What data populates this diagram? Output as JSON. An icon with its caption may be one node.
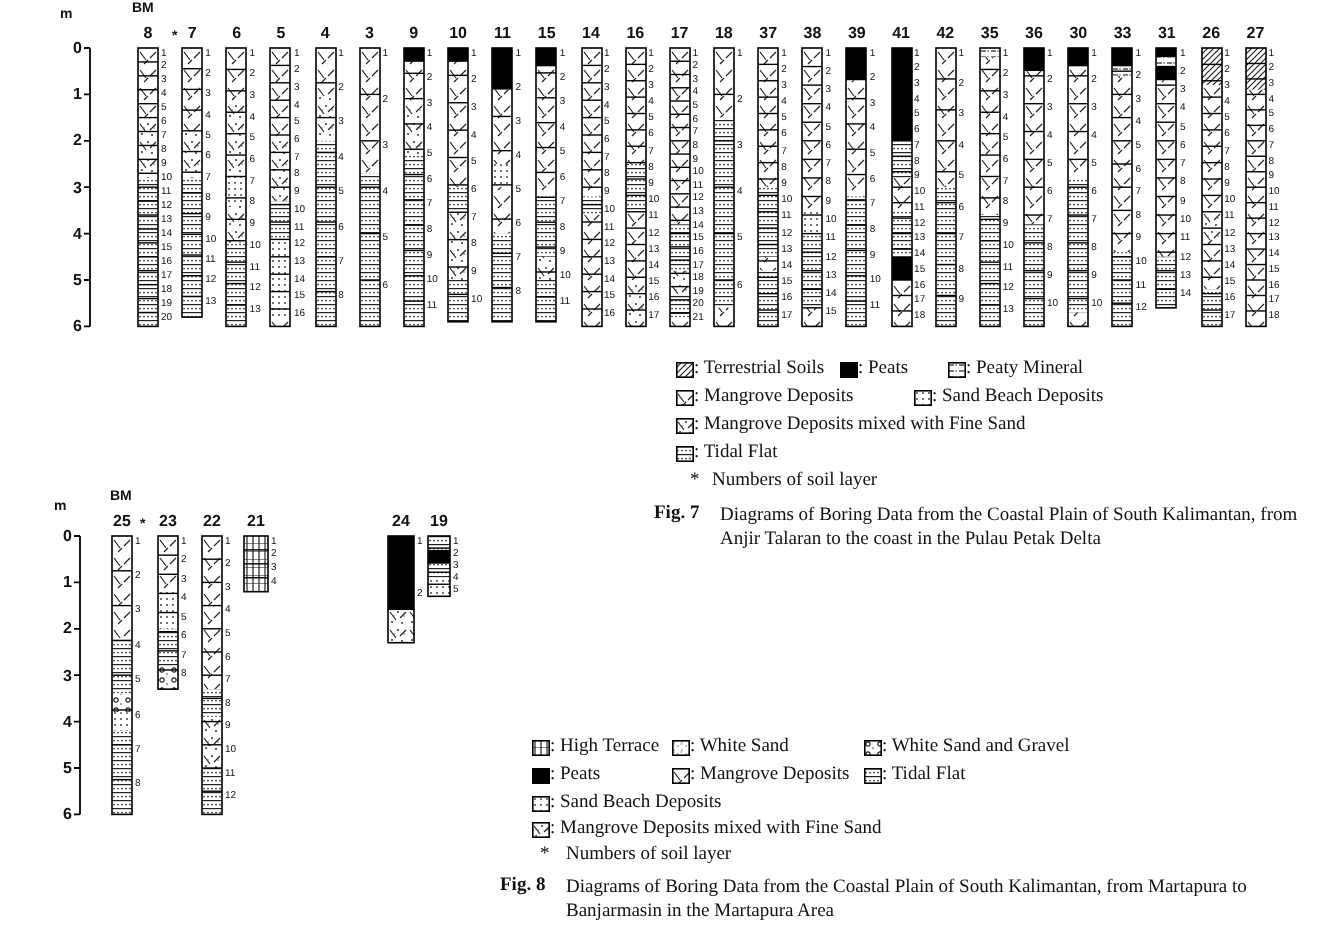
{
  "diagram": {
    "nodes": [
      {
        "text": [
          "8"
        ],
        "beside": [
          "1",
          "2",
          "3",
          "4",
          "5",
          "6",
          "7",
          "8",
          "9",
          "10",
          "11",
          "12",
          "13",
          "14",
          "15",
          "16",
          "17",
          "18",
          "19",
          "20"
        ]
      },
      {
        "text": [
          "7"
        ],
        "beside": [
          "1",
          "2",
          "3",
          "4",
          "5",
          "6",
          "7",
          "8",
          "9",
          "10",
          "11",
          "12",
          "13"
        ]
      },
      {
        "text": [
          "6"
        ],
        "beside": [
          "1",
          "2",
          "3",
          "4",
          "5",
          "6",
          "7",
          "8",
          "9",
          "10",
          "11",
          "12",
          "13"
        ]
      },
      {
        "text": [
          "5"
        ],
        "beside": [
          "1",
          "2",
          "3",
          "4",
          "5",
          "6",
          "7",
          "8",
          "9",
          "10",
          "11",
          "12",
          "13",
          "14",
          "15",
          "16"
        ]
      },
      {
        "text": [
          "4"
        ],
        "beside": [
          "1",
          "2",
          "3",
          "4",
          "5",
          "6",
          "7",
          "8"
        ]
      },
      {
        "text": [
          "3"
        ],
        "beside": [
          "1",
          "2",
          "3",
          "4",
          "5",
          "6"
        ]
      },
      {
        "text": [
          "9"
        ],
        "beside": [
          "1",
          "2",
          "3",
          "4",
          "5",
          "6",
          "7",
          "8",
          "9",
          "10",
          "11"
        ]
      },
      {
        "text": [
          "10"
        ],
        "beside": [
          "1",
          "2",
          "3",
          "4",
          "5",
          "6",
          "7",
          "8",
          "9",
          "10"
        ]
      },
      {
        "text": [
          "11"
        ],
        "beside": [
          "1",
          "2",
          "3",
          "4",
          "5",
          "6",
          "7",
          "8"
        ]
      },
      {
        "text": [
          "15"
        ],
        "beside": [
          "1",
          "2",
          "3",
          "4",
          "5",
          "6",
          "7",
          "8",
          "9",
          "10",
          "11"
        ]
      },
      {
        "text": [
          "14"
        ],
        "beside": [
          "1",
          "2",
          "3",
          "4",
          "5",
          "6",
          "7",
          "8",
          "9",
          "10",
          "11",
          "12",
          "13",
          "14",
          "15",
          "16"
        ]
      },
      {
        "text": [
          "16"
        ],
        "beside": [
          "1",
          "2",
          "3",
          "4",
          "5",
          "6",
          "7",
          "8",
          "9",
          "10",
          "11",
          "12",
          "13",
          "14",
          "15",
          "16",
          "17"
        ]
      },
      {
        "text": [
          "17"
        ],
        "beside": [
          "1",
          "2",
          "3",
          "4",
          "5",
          "6",
          "7",
          "8",
          "9",
          "10",
          "11",
          "12",
          "13",
          "14",
          "15",
          "16",
          "17",
          "18",
          "19",
          "20",
          "21"
        ]
      },
      {
        "text": [
          "18"
        ],
        "beside": [
          "1",
          "2",
          "3",
          "4",
          "5",
          "6"
        ]
      },
      {
        "text": [
          "37"
        ],
        "beside": [
          "1",
          "2",
          "3",
          "4",
          "5",
          "6",
          "7",
          "8",
          "9",
          "10",
          "11",
          "12",
          "13",
          "14",
          "15",
          "16",
          "17"
        ]
      },
      {
        "text": [
          "38"
        ],
        "beside": [
          "1",
          "2",
          "3",
          "4",
          "5",
          "6",
          "7",
          "8",
          "9",
          "10",
          "11",
          "12",
          "13",
          "14",
          "15"
        ]
      },
      {
        "text": [
          "39"
        ],
        "beside": [
          "1",
          "2",
          "3",
          "4",
          "5",
          "6",
          "7",
          "8",
          "9",
          "10",
          "11"
        ]
      },
      {
        "text": [
          "41"
        ],
        "beside": [
          "1",
          "2",
          "3",
          "4",
          "5",
          "6",
          "7",
          "8",
          "9",
          "10",
          "11",
          "12",
          "13",
          "14",
          "15",
          "16",
          "17",
          "18"
        ]
      },
      {
        "text": [
          "42"
        ],
        "beside": [
          "1",
          "2",
          "3",
          "4",
          "5",
          "6",
          "7",
          "8",
          "9"
        ]
      },
      {
        "text": [
          "35"
        ],
        "beside": [
          "1",
          "2",
          "3",
          "4",
          "5",
          "6",
          "7",
          "8",
          "9",
          "10",
          "11",
          "12",
          "13"
        ]
      },
      {
        "text": [
          "36"
        ],
        "beside": [
          "1",
          "2",
          "3",
          "4",
          "5",
          "6",
          "7",
          "8",
          "9",
          "10"
        ]
      },
      {
        "text": [
          "30"
        ],
        "beside": [
          "1",
          "2",
          "3",
          "4",
          "5",
          "6",
          "7",
          "8",
          "9",
          "10"
        ]
      },
      {
        "text": [
          "33"
        ],
        "beside": [
          "1",
          "2",
          "3",
          "4",
          "5",
          "6",
          "7",
          "8",
          "9",
          "10",
          "11",
          "12"
        ]
      },
      {
        "text": [
          "31"
        ],
        "beside": [
          "1",
          "2",
          "3",
          "4",
          "5",
          "6",
          "7",
          "8",
          "9",
          "10",
          "11",
          "12",
          "13",
          "14"
        ]
      },
      {
        "text": [
          "26"
        ],
        "beside": [
          "1",
          "2",
          "3",
          "4",
          "5",
          "6",
          "7",
          "8",
          "9",
          "10",
          "11",
          "12",
          "13",
          "14",
          "15",
          "16",
          "17"
        ]
      },
      {
        "text": [
          "27"
        ],
        "beside": [
          "1",
          "2",
          "3",
          "4",
          "5",
          "6",
          "7",
          "8",
          "9",
          "10",
          "11",
          "12",
          "13",
          "14",
          "15",
          "16",
          "17",
          "18"
        ]
      },
      {
        "text": [
          "25"
        ],
        "beside": [
          "1",
          "2",
          "3",
          "4",
          "5",
          "6",
          "7",
          "8"
        ]
      },
      {
        "text": [
          "23"
        ],
        "beside": [
          "1",
          "2",
          "3",
          "4",
          "5",
          "6",
          "7",
          "8"
        ]
      },
      {
        "text": [
          "22"
        ],
        "beside": [
          "1",
          "2",
          "3",
          "4",
          "5",
          "6",
          "7",
          "8",
          "9",
          "10",
          "11",
          "12"
        ]
      },
      {
        "text": [
          "21"
        ],
        "beside": [
          "1",
          "2",
          "3",
          "4"
        ]
      },
      {
        "text": [
          "24"
        ],
        "beside": [
          "1",
          "2"
        ]
      },
      {
        "text": [
          "19"
        ],
        "beside": [
          "1",
          "2",
          "3",
          "4",
          "5"
        ]
      }
    ],
    "labels": [
      "m",
      "BM",
      "*",
      "0",
      "1",
      "2",
      "3",
      "4",
      "5",
      "6",
      "*",
      "Numbers of soil layer",
      "Fig. 7",
      "Diagrams of Boring Data from the Coastal Plain of South Kalimantan, from Anjir Talaran to the coast in the Pulau Petak Delta",
      "m",
      "BM",
      "*",
      "0",
      "1",
      "2",
      "3",
      "4",
      "5",
      "6",
      "*",
      "Numbers of soil layer",
      "Fig. 8",
      "Diagrams of Boring Data from the Coastal Plain of South Kalimantan, from Martapura to Banjarmasin in the Martapura Area"
    ],
    "legend": [
      {
        "text": ": Terrestrial Soils"
      },
      {
        "text": ": Peats",
        "color": "#000000"
      },
      {
        "text": ": Peaty Mineral"
      },
      {
        "text": ": Mangrove Deposits"
      },
      {
        "text": ": Sand Beach Deposits"
      },
      {
        "text": ": Mangrove Deposits mixed with Fine Sand"
      },
      {
        "text": ": Tidal Flat"
      },
      {
        "text": ": High Terrace"
      },
      {
        "text": ": White Sand"
      },
      {
        "text": ": White Sand and Gravel"
      },
      {
        "text": ": Peats",
        "color": "#000000"
      },
      {
        "text": ": Mangrove Deposits"
      },
      {
        "text": ": Tidal Flat"
      },
      {
        "text": ": Sand Beach Deposits"
      },
      {
        "text": ": Mangrove Deposits mixed with Fine Sand"
      }
    ]
  }
}
